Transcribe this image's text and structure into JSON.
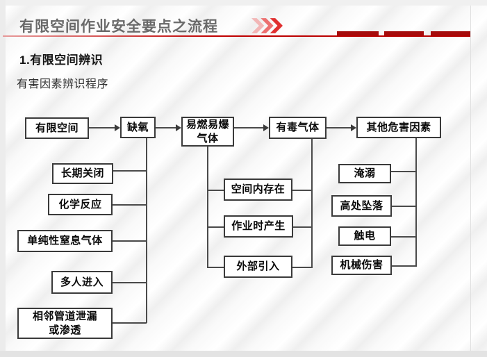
{
  "header": {
    "title": "有限空间作业安全要点之流程",
    "chevron_icon": "triple-chevron-right",
    "accent_color": "#c00000",
    "dash_color": "#a50c0c",
    "chevron_colors": [
      "#f2b6b6",
      "#ec7070",
      "#e03030"
    ]
  },
  "section": {
    "heading": "1.有限空间辨识",
    "subheading": "有害因素辨识程序"
  },
  "flowchart": {
    "nodes": {
      "confined_space": "有限空间",
      "oxygen_deficiency": "缺氧",
      "flammable_gas": "易燃易爆\n气体",
      "toxic_gas": "有毒气体",
      "other_hazards": "其他危害因素",
      "long_closed": "长期关闭",
      "chemical_reaction": "化学反应",
      "simple_asphyxiant": "单纯性窒息气体",
      "multiple_entry": "多人进入",
      "adjacent_pipe": "相邻管道泄漏\n或渗透",
      "exist_in_space": "空间内存在",
      "generated_during_work": "作业时产生",
      "external_introduction": "外部引入",
      "drowning": "淹溺",
      "fall_from_height": "高处坠落",
      "electric_shock": "触电",
      "mechanical_injury": "机械伤害"
    },
    "main_flow": [
      "有限空间",
      "缺氧",
      "易燃易爆气体",
      "有毒气体",
      "其他危害因素"
    ],
    "branches": {
      "oxygen_deficiency_causes": [
        "长期关闭",
        "化学反应",
        "单纯性窒息气体",
        "多人进入",
        "相邻管道泄漏或渗透"
      ],
      "gas_sources_shared_by_flammable_and_toxic": [
        "空间内存在",
        "作业时产生",
        "外部引入"
      ],
      "other_hazard_types": [
        "淹溺",
        "高处坠落",
        "触电",
        "机械伤害"
      ]
    }
  }
}
